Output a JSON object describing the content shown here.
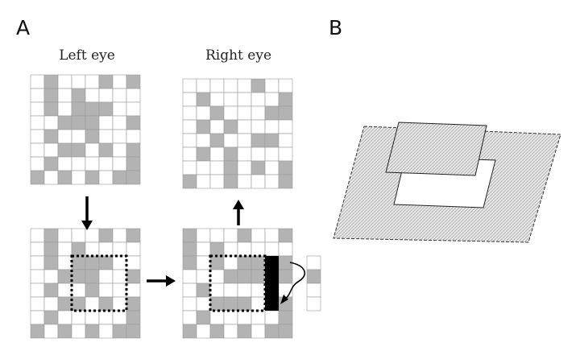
{
  "figure": {
    "panel_a_label": "A",
    "panel_b_label": "B",
    "left_eye_title": "Left eye",
    "right_eye_title": "Right eye"
  },
  "colors": {
    "gray_cell": "#b3b3b3",
    "cell_border": "#9a9a9a",
    "arrow": "#000000",
    "hatch_fill": "#dcdcdc",
    "outline": "#333333"
  },
  "dot_patterns": {
    "left_eye_top": [
      "01000101",
      "01010000",
      "01011100",
      "00111001",
      "01001000",
      "00110101",
      "01000001",
      "10101011"
    ],
    "right_eye_top": [
      "00000100",
      "01000001",
      "00100011",
      "01010000",
      "00100110",
      "01010000",
      "00010101",
      "10010001"
    ],
    "left_eye_bottom": [
      "01000101",
      "01010000",
      "01011100",
      "00111001",
      "01001000",
      "00110101",
      "01000001",
      "10101011"
    ],
    "right_eye_bottom": [
      "10001001",
      "10100000",
      "10101101",
      "00011101",
      "01000000",
      "00111011",
      "01000001",
      "10101011"
    ],
    "new_column": "0100"
  }
}
